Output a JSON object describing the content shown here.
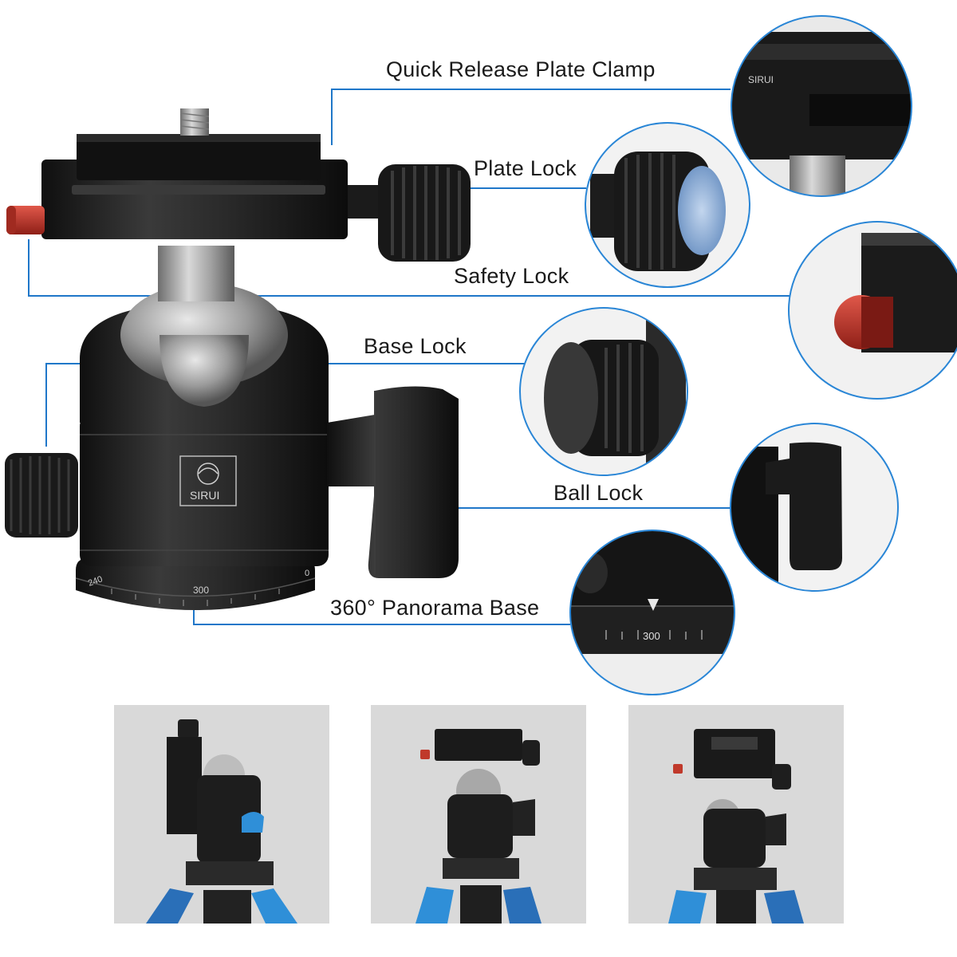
{
  "callouts": {
    "quick_release_plate_clamp": "Quick Release Plate Clamp",
    "plate_lock": "Plate Lock",
    "safety_lock": "Safety Lock",
    "base_lock": "Base Lock",
    "ball_lock": "Ball Lock",
    "panorama_base": "360° Panorama Base"
  },
  "brand": {
    "logo_text": "SIRUI"
  },
  "scale": {
    "tick_300": "300",
    "tick_240": "240",
    "tick_0": "0"
  },
  "zoom_base": {
    "tick_300": "300"
  },
  "colors": {
    "callout_line": "#1f77c9",
    "circle_border": "#2a86d6",
    "safety_pin": "#c0392b",
    "accent_blue": "#2f8fd8",
    "thumb_bg": "#d9d9d9"
  }
}
